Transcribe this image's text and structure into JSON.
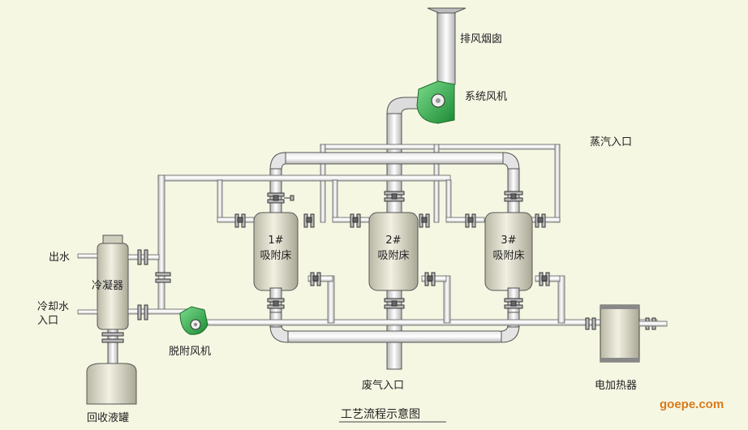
{
  "labels": {
    "exhaust_stack": "排风烟囱",
    "system_fan": "系统风机",
    "steam_inlet": "蒸汽入口",
    "bed1_num": "1#",
    "bed1_name": "吸附床",
    "bed2_num": "2#",
    "bed2_name": "吸附床",
    "bed3_num": "3#",
    "bed3_name": "吸附床",
    "water_out": "出水",
    "condenser": "冷凝器",
    "cooling_water_1": "冷却水",
    "cooling_water_2": "入口",
    "desorption_fan": "脱附风机",
    "waste_gas_inlet": "废气入口",
    "electric_heater": "电加热器",
    "recovery_tank": "回收液罐",
    "title": "工艺流程示意图",
    "watermark": "goepe.com"
  },
  "colors": {
    "background": "#f6f7e3",
    "pipe": "#c8c8c8",
    "vessel": "#d9d6c2",
    "fan": "#2fa84a",
    "outline": "#555555",
    "watermark": "#d97a1a"
  }
}
